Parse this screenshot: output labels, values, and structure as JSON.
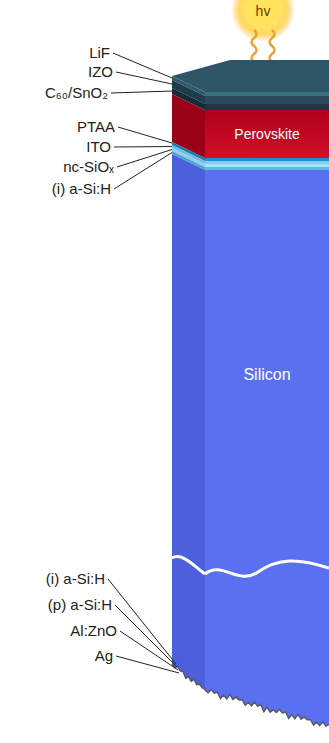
{
  "diagram": {
    "nodes": [
      {
        "text": [
          "hv"
        ]
      },
      {
        "text": [
          "Perovskite"
        ]
      },
      {
        "text": [
          "Silicon"
        ]
      }
    ],
    "labels": [
      "LiF",
      "IZO",
      "C₆₀/SnO₂",
      "PTAA",
      "ITO",
      "nc-SiOₓ",
      "(i) a-Si:H",
      "(i) a-Si:H",
      "(p) a-Si:H",
      "Al:ZnO",
      "Ag"
    ]
  }
}
